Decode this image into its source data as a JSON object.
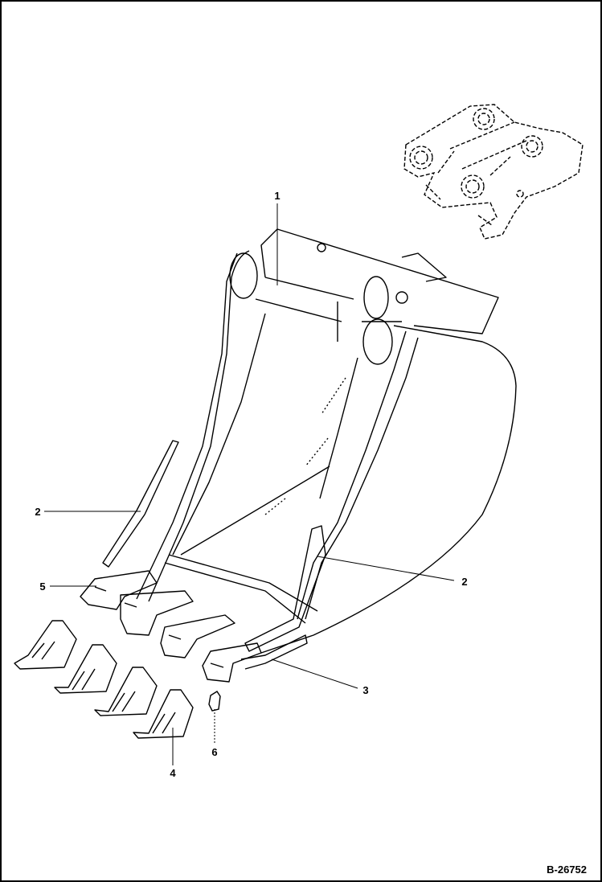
{
  "diagram": {
    "doc_number": "B-26752",
    "callouts": {
      "c1": "1",
      "c2_left": "2",
      "c2_right": "2",
      "c3": "3",
      "c4": "4",
      "c5": "5",
      "c6": "6"
    },
    "colors": {
      "ink": "#000000",
      "paper": "#ffffff"
    }
  }
}
